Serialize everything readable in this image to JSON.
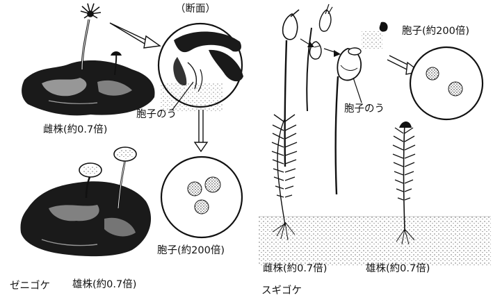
{
  "liverwort": {
    "name": "ゼニゴケ",
    "section_label": "（断面）",
    "capsule_label": "胞子のう",
    "female_label": "雌株(約0.7倍)",
    "male_label": "雄株(約0.7倍)",
    "spore_label": "胞子(約200倍)"
  },
  "haircap_moss": {
    "name": "スギゴケ",
    "capsule_label": "胞子のう",
    "spore_label": "胞子(約200倍)",
    "female_label": "雌株(約0.7倍)",
    "male_label": "雄株(約0.7倍)"
  },
  "colors": {
    "ink": "#111111",
    "paper": "#ffffff"
  }
}
